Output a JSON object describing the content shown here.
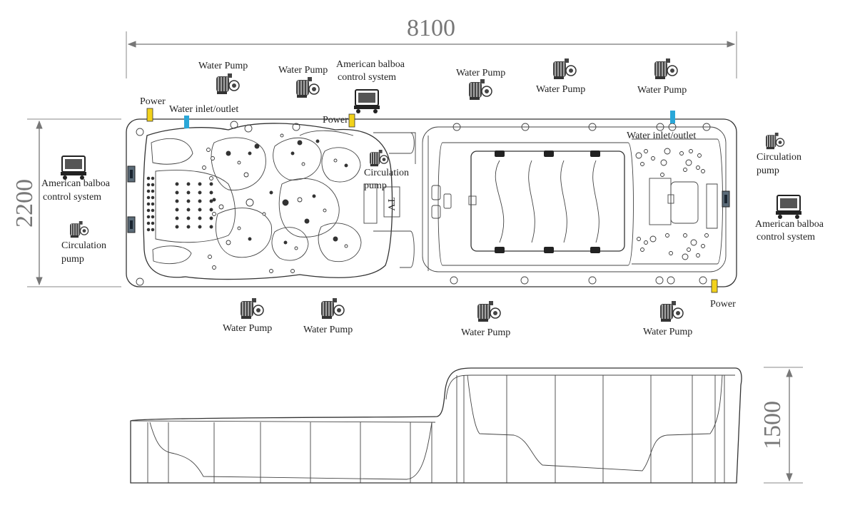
{
  "dimensions": {
    "length": "8100",
    "width": "2200",
    "height": "1500"
  },
  "labels": {
    "water_pump": "Water Pump",
    "balboa_line1": "American balboa",
    "balboa_line2": "control system",
    "circulation_line1": "Circulation",
    "circulation_line2": "pump",
    "power": "Power",
    "water_inlet_outlet": "Water inlet/outlet"
  },
  "colors": {
    "power_marker": "#f2d21b",
    "water_inlet_marker": "#2aa7d8",
    "jet_panel": "#4a5a6a",
    "dimension_text": "#777777"
  }
}
